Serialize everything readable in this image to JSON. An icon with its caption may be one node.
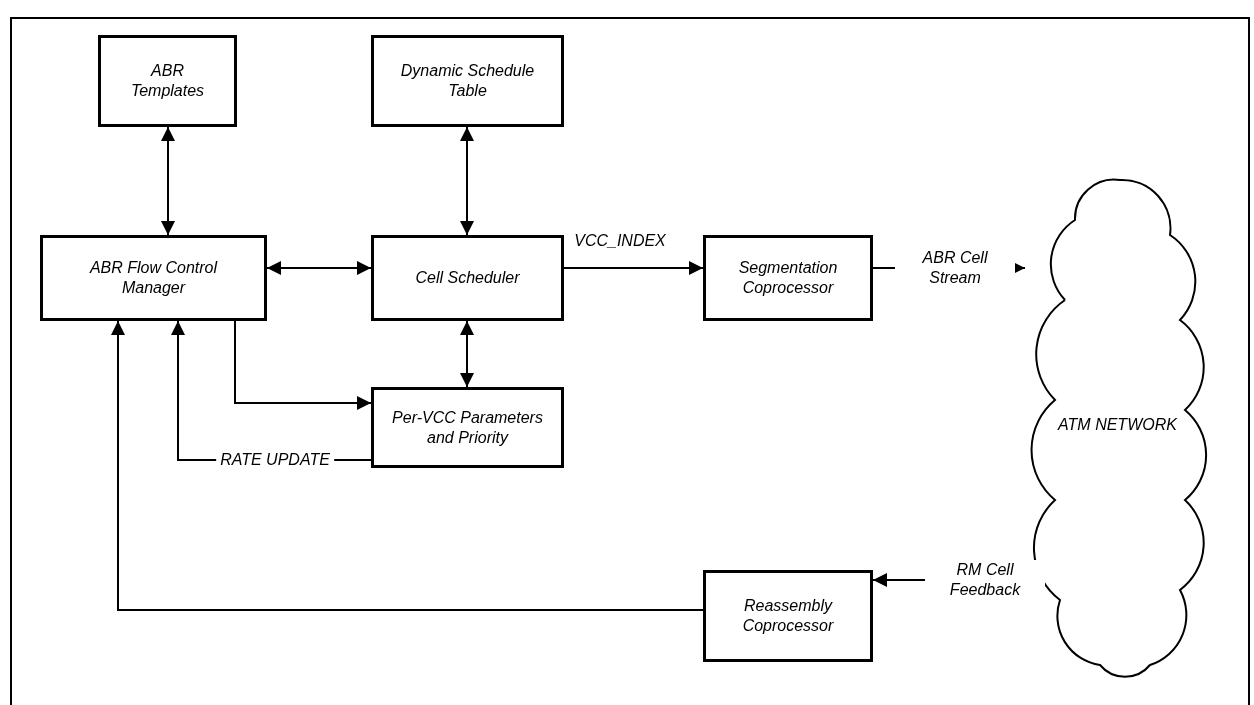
{
  "diagram": {
    "nodes": [
      {
        "text": [
          "ABR Templates"
        ]
      },
      {
        "text": [
          "Dynamic Schedule Table"
        ]
      },
      {
        "text": [
          "ABR Flow Control Manager"
        ]
      },
      {
        "text": [
          "Cell Scheduler"
        ]
      },
      {
        "text": [
          "Segmentation Coprocessor"
        ]
      },
      {
        "text": [
          "ATM NETWORK"
        ]
      },
      {
        "text": [
          "Per-VCC Parameters and Priority"
        ]
      },
      {
        "text": [
          "Reassembly Coprocessor"
        ]
      }
    ],
    "edges": [
      {
        "from": 0,
        "to": 2,
        "arrow": "both"
      },
      {
        "from": 1,
        "to": 3,
        "arrow": "both"
      },
      {
        "from": 2,
        "to": 3,
        "arrow": "both"
      },
      {
        "from": 3,
        "to": 4,
        "arrow": "to",
        "label": "VCC_INDEX"
      },
      {
        "from": 4,
        "to": 5,
        "arrow": "to",
        "label": "ABR Cell Stream"
      },
      {
        "from": 3,
        "to": 6,
        "arrow": "both"
      },
      {
        "from": 2,
        "to": 6,
        "arrow": "to"
      },
      {
        "from": 6,
        "to": 2,
        "arrow": "to",
        "label": "RATE UPDATE"
      },
      {
        "from": 5,
        "to": 7,
        "arrow": "to",
        "label": "RM Cell Feedback"
      },
      {
        "from": 7,
        "to": 2,
        "arrow": "to"
      }
    ]
  }
}
